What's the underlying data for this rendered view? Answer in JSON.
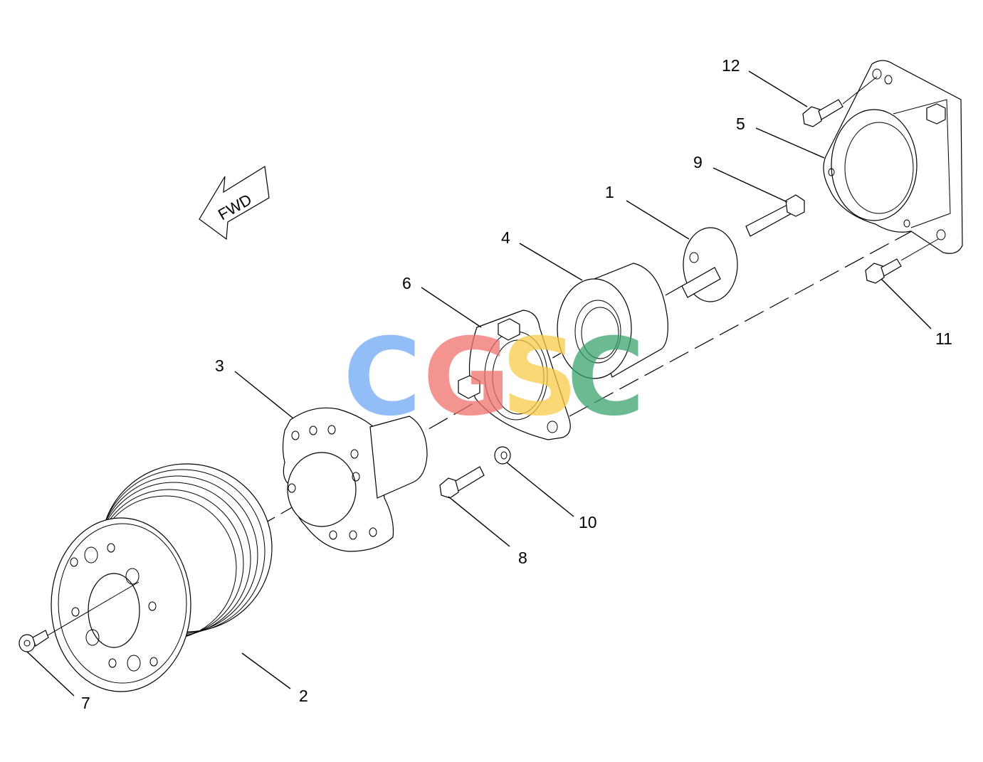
{
  "direction_arrow": {
    "label": "FWD"
  },
  "callouts": [
    {
      "id": "1",
      "text": "1"
    },
    {
      "id": "2",
      "text": "2"
    },
    {
      "id": "3",
      "text": "3"
    },
    {
      "id": "4",
      "text": "4"
    },
    {
      "id": "5",
      "text": "5"
    },
    {
      "id": "6",
      "text": "6"
    },
    {
      "id": "7",
      "text": "7"
    },
    {
      "id": "8",
      "text": "8"
    },
    {
      "id": "9",
      "text": "9"
    },
    {
      "id": "10",
      "text": "10"
    },
    {
      "id": "11",
      "text": "11"
    },
    {
      "id": "12",
      "text": "12"
    }
  ],
  "watermark": {
    "letters": [
      "C",
      "G",
      "S",
      "C"
    ],
    "colors": [
      "#6fa8f5",
      "#f0716b",
      "#f9cb47",
      "#3aa46e"
    ]
  }
}
